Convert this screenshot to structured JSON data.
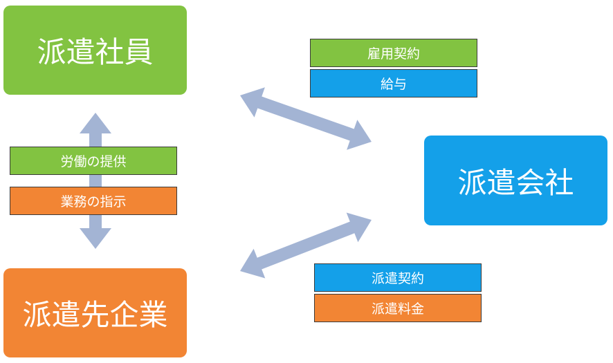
{
  "colors": {
    "green": "#82C341",
    "blue": "#14A0E9",
    "orange": "#F28534",
    "arrow": "#A3B4D4"
  },
  "nodes": {
    "employee": "派遣社員",
    "agency": "派遣会社",
    "client": "派遣先企業"
  },
  "relations": {
    "employee_agency": [
      "雇用契約",
      "給与"
    ],
    "employee_client": [
      "労働の提供",
      "業務の指示"
    ],
    "client_agency": [
      "派遣契約",
      "派遣料金"
    ]
  }
}
